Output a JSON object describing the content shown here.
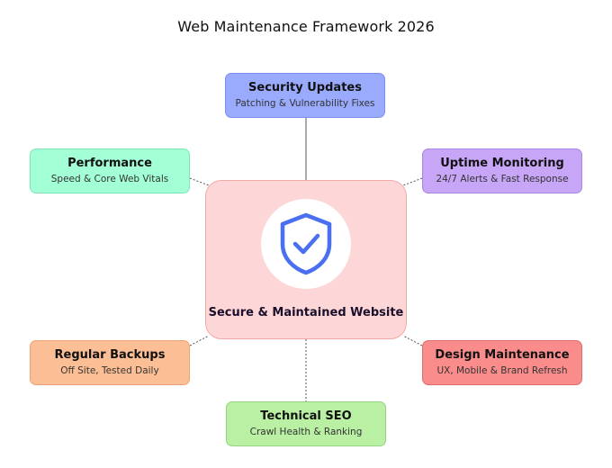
{
  "title": "Web Maintenance Framework 2026",
  "center": {
    "label": "Secure & Maintained Website",
    "icon": "shield-check-icon",
    "icon_color": "#4a6ff0"
  },
  "nodes": {
    "security": {
      "title": "Security Updates",
      "subtitle": "Patching & Vulnerability Fixes",
      "color": "#9aabfd"
    },
    "performance": {
      "title": "Performance",
      "subtitle": "Speed & Core Web Vitals",
      "color": "#a3ffd6"
    },
    "uptime": {
      "title": "Uptime Monitoring",
      "subtitle": "24/7 Alerts & Fast Response",
      "color": "#c7a5f7"
    },
    "backups": {
      "title": "Regular Backups",
      "subtitle": "Off Site, Tested Daily",
      "color": "#fcbf95"
    },
    "design": {
      "title": "Design Maintenance",
      "subtitle": "UX, Mobile & Brand Refresh",
      "color": "#fa8c8c"
    },
    "seo": {
      "title": "Technical SEO",
      "subtitle": "Crawl Health & Ranking",
      "color": "#b9f0a3"
    }
  }
}
